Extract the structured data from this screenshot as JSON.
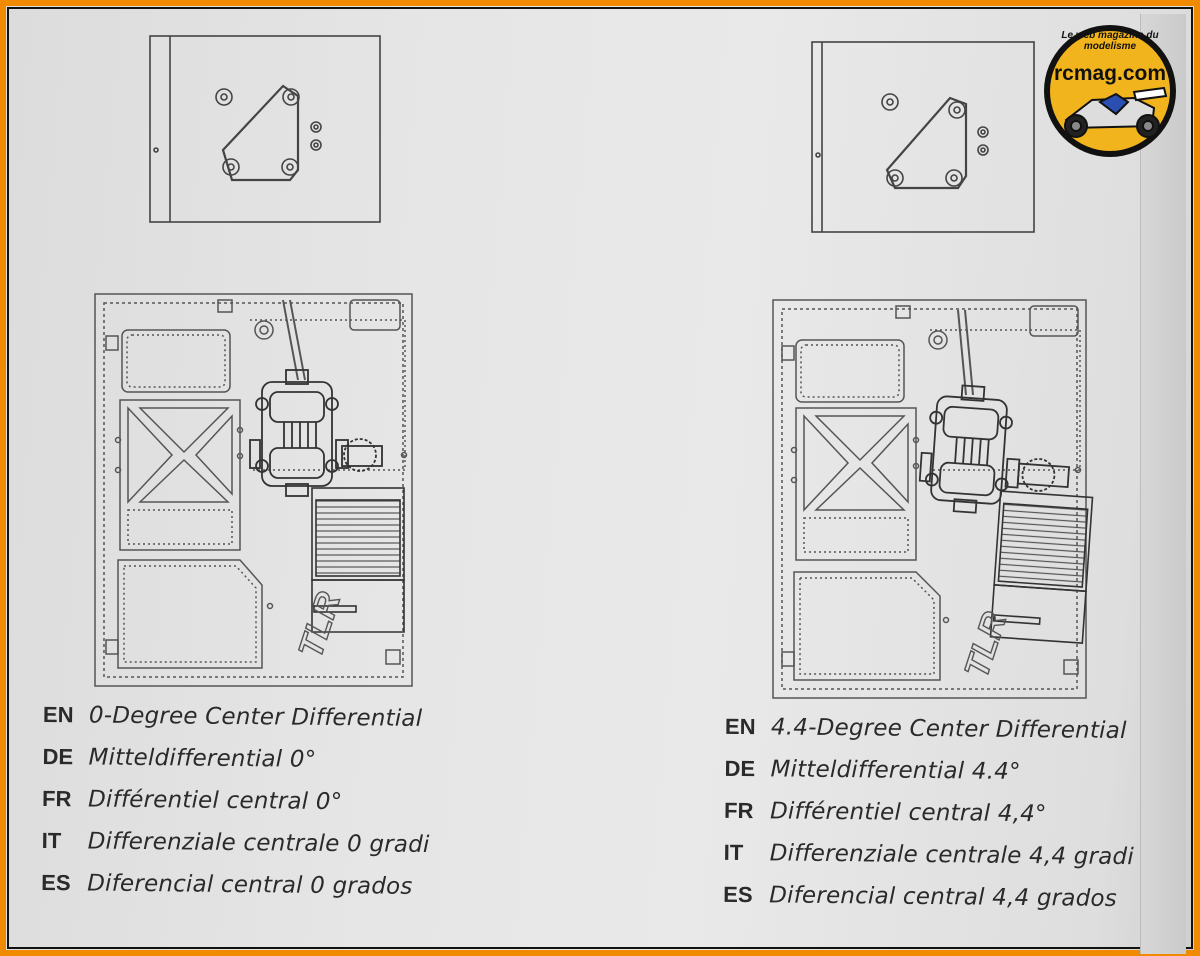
{
  "logo": {
    "ring_text": "Le web magazine du modelisme",
    "name": "rcmag.com",
    "colors": {
      "disc": "#f2b41c",
      "ring": "#111111"
    }
  },
  "diagram": {
    "left_label_engraving": "TLR",
    "right_label_engraving": "TLR"
  },
  "legend_left": [
    {
      "code": "EN",
      "text": "0-Degree Center Differential"
    },
    {
      "code": "DE",
      "text": "Mitteldifferential 0°"
    },
    {
      "code": "FR",
      "text": "Différentiel central 0°"
    },
    {
      "code": "IT",
      "text": "Differenziale centrale 0 gradi"
    },
    {
      "code": "ES",
      "text": "Diferencial central 0 grados"
    }
  ],
  "legend_right": [
    {
      "code": "EN",
      "text": "4.4-Degree Center Differential"
    },
    {
      "code": "DE",
      "text": "Mitteldifferential 4.4°"
    },
    {
      "code": "FR",
      "text": "Différentiel central 4,4°"
    },
    {
      "code": "IT",
      "text": "Differenziale centrale 4,4 gradi"
    },
    {
      "code": "ES",
      "text": "Diferencial central 4,4 grados"
    }
  ],
  "colors": {
    "frame": "#f08a00",
    "ink": "#2a2a2a",
    "line": "#555555"
  }
}
